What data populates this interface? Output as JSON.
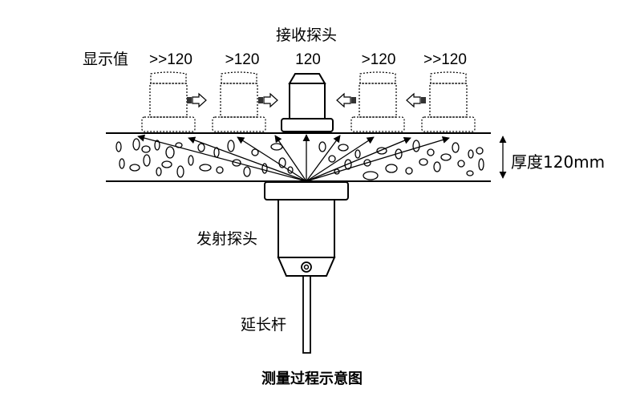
{
  "receiver_label": "接收探头",
  "display_label": "显示值",
  "readings": [
    ">>120",
    ">120",
    "120",
    ">120",
    ">>120"
  ],
  "thickness_label": "厚度120mm",
  "transmitter_label": "发射探头",
  "extension_rod_label": "延长杆",
  "caption": "测量过程示意图",
  "colors": {
    "ink": "#000000",
    "background": "#ffffff"
  }
}
